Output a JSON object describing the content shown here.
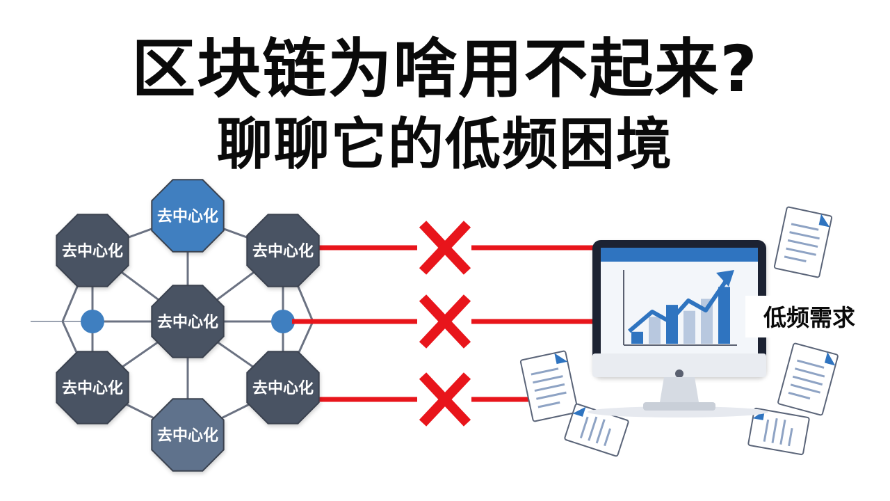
{
  "title": {
    "line1": "区块链为啥用不起来?",
    "line2": "聊聊它的低频困境"
  },
  "network": {
    "nodes": [
      {
        "id": "top",
        "label": "去中心化",
        "style": "blue"
      },
      {
        "id": "upper-left",
        "label": "去中心化",
        "style": "dark"
      },
      {
        "id": "upper-right",
        "label": "去中心化",
        "style": "dark"
      },
      {
        "id": "center",
        "label": "去中心化",
        "style": "dark"
      },
      {
        "id": "lower-left",
        "label": "去中心化",
        "style": "dark"
      },
      {
        "id": "lower-right",
        "label": "去中心化",
        "style": "dark"
      },
      {
        "id": "bottom",
        "label": "去中心化",
        "style": "steel"
      }
    ]
  },
  "monitor": {
    "side_label": "低频需求",
    "bars": [
      0.2,
      0.45,
      0.65,
      0.55,
      0.75,
      0.95
    ]
  },
  "colors": {
    "node_dark": "#4a5363",
    "node_blue": "#3f7fc0",
    "node_steel": "#5e728c",
    "link": "#e8151b",
    "cross": "#e8151b",
    "edge": "#6b7282",
    "chart_blue": "#2f74c0"
  }
}
